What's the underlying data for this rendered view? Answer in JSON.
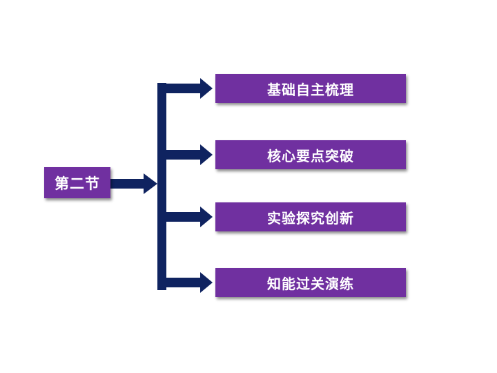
{
  "root": {
    "label": "第二节"
  },
  "items": [
    {
      "label": "基础自主梳理"
    },
    {
      "label": "核心要点突破"
    },
    {
      "label": "实验探究创新"
    },
    {
      "label": "知能过关演练"
    }
  ],
  "colors": {
    "box_fill": "#7030a0",
    "box_text": "#ffffff",
    "connector": "#0f2360",
    "background": "#ffffff"
  }
}
